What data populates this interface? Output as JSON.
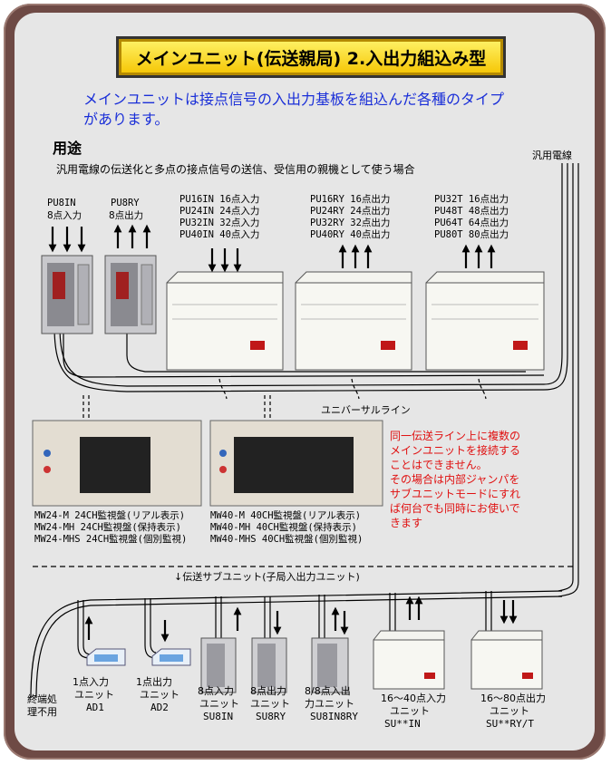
{
  "title": "メインユニット(伝送親局) 2.入出力組込み型",
  "intro": [
    "メインユニットは接点信号の入出力基板を組込んだ各種のタイプ",
    "があります。"
  ],
  "usage_heading": "用途",
  "usage_text": "汎用電線の伝送化と多点の接点信号の送信、受信用の親機として使う場合",
  "cable_label": "汎用電線",
  "universal_line": "ユニバーサルライン",
  "sub_unit_heading": "↓伝送サブユニット(子局入出力ユニット)",
  "terminator": [
    "終端処",
    "理不用"
  ],
  "pu8in": [
    "PU8IN",
    "8点入力"
  ],
  "pu8ry": [
    "PU8RY",
    "8点出力"
  ],
  "pu_in_list": [
    "PU16IN 16点入力",
    "PU24IN 24点入力",
    "PU32IN 32点入力",
    "PU40IN 40点入力"
  ],
  "pu_ry_list": [
    "PU16RY 16点出力",
    "PU24RY 24点出力",
    "PU32RY 32点出力",
    "PU40RY 40点出力"
  ],
  "pu_t_list": [
    "PU32T  16点出力",
    "PU48T  48点出力",
    "PU64T  64点出力",
    "PU80T  80点出力"
  ],
  "mw24_list": [
    "MW24-M    24CH監視盤(リアル表示)",
    "MW24-MH   24CH監視盤(保持表示)",
    "MW24-MHS 24CH監視盤(個別監視)"
  ],
  "mw40_list": [
    "MW40-M    40CH監視盤(リアル表示)",
    "MW40-MH   40CH監視盤(保持表示)",
    "MW40-MHS 40CH監視盤(個別監視)"
  ],
  "note": [
    "同一伝送ライン上に複数の",
    "メインユニットを接続する",
    "ことはできません。",
    "その場合は内部ジャンパを",
    "サブユニットモードにすれ",
    "ば何台でも同時にお使いで",
    "きます"
  ],
  "ad1": [
    "1点入力",
    "ユニット",
    "AD1"
  ],
  "ad2": [
    "1点出力",
    "ユニット",
    "AD2"
  ],
  "su8in": [
    "8点入力",
    "ユニット",
    "SU8IN"
  ],
  "su8ry": [
    "8点出力",
    "ユニット",
    "SU8RY"
  ],
  "su8in8ry": [
    "8/8点入出",
    "力ユニット",
    "SU8IN8RY"
  ],
  "su_in": [
    "16～40点入力",
    "ユニット",
    "SU**IN"
  ],
  "su_ry": [
    "16～80点出力",
    "ユニット",
    "SU**RY/T"
  ],
  "colors": {
    "frame": "#6e4a45",
    "panel": "#e6e6e6",
    "title_bg": "#ffd700",
    "blue_text": "#1a2fd8",
    "red_text": "#e01010"
  }
}
